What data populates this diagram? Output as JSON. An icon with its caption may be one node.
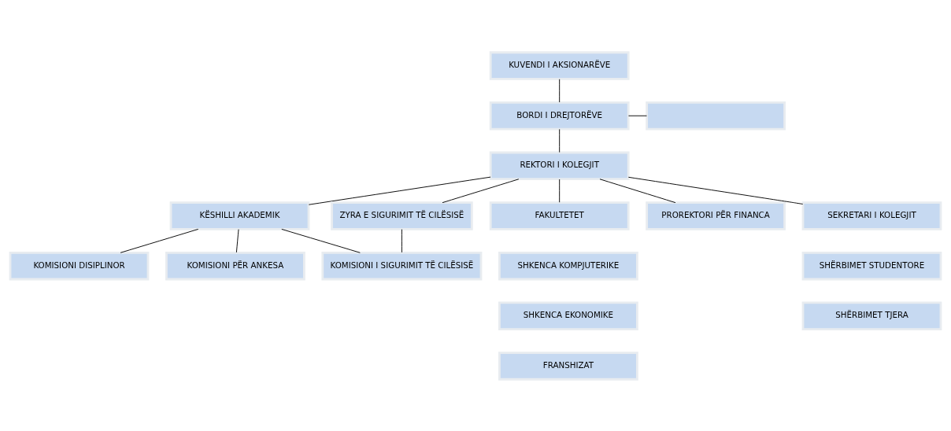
{
  "diagram": {
    "nodes": [
      {
        "text": [
          "KUVENDI I AKSIONARËVE"
        ]
      },
      {
        "text": [
          "BORDI I DREJTORËVE"
        ]
      },
      {
        "text": [],
        "shape": "box"
      },
      {
        "text": [
          "REKTORI I KOLEGJIT"
        ]
      },
      {
        "text": [
          "KËSHILLI AKADEMIK"
        ]
      },
      {
        "text": [
          "KOMISIONI DISIPLINOR"
        ]
      },
      {
        "text": [
          "KOMISIONI PËR ANKESA"
        ]
      },
      {
        "text": [
          "KOMISIONI I SIGURIMIT TË CILËSISË"
        ]
      },
      {
        "text": [
          "FAKULTETET"
        ]
      },
      {
        "text": [
          "SHKENCA KOMPJUTERIKE"
        ]
      },
      {
        "text": [
          "SHKENCA EKONOMIKE"
        ]
      },
      {
        "text": [
          "FRANSHIZAT"
        ]
      },
      {
        "text": [
          "ZYRA E SIGURIMIT TË CILËSISË"
        ]
      },
      {
        "text": [
          "PROREKTORI PËR FINANCA"
        ]
      },
      {
        "text": [
          "SEKRETARI I KOLEGJIT"
        ]
      },
      {
        "text": [
          "SHËRBIMET STUDENTORE"
        ]
      },
      {
        "text": [
          "SHËRBIMET TJERA"
        ]
      }
    ],
    "edges": [
      {
        "from": 0,
        "to": 1,
        "arrow": "none"
      },
      {
        "from": 1,
        "to": 2,
        "arrow": "none"
      },
      {
        "from": 1,
        "to": 3,
        "arrow": "none"
      },
      {
        "from": 3,
        "to": 4,
        "arrow": "none"
      },
      {
        "from": 3,
        "to": 8,
        "arrow": "none"
      },
      {
        "from": 3,
        "to": 12,
        "arrow": "none"
      },
      {
        "from": 3,
        "to": 13,
        "arrow": "none"
      },
      {
        "from": 3,
        "to": 14,
        "arrow": "none"
      },
      {
        "from": 4,
        "to": 5,
        "arrow": "none"
      },
      {
        "from": 4,
        "to": 6,
        "arrow": "none"
      },
      {
        "from": 4,
        "to": 7,
        "arrow": "none"
      },
      {
        "from": 12,
        "to": 7,
        "arrow": "none"
      }
    ]
  }
}
